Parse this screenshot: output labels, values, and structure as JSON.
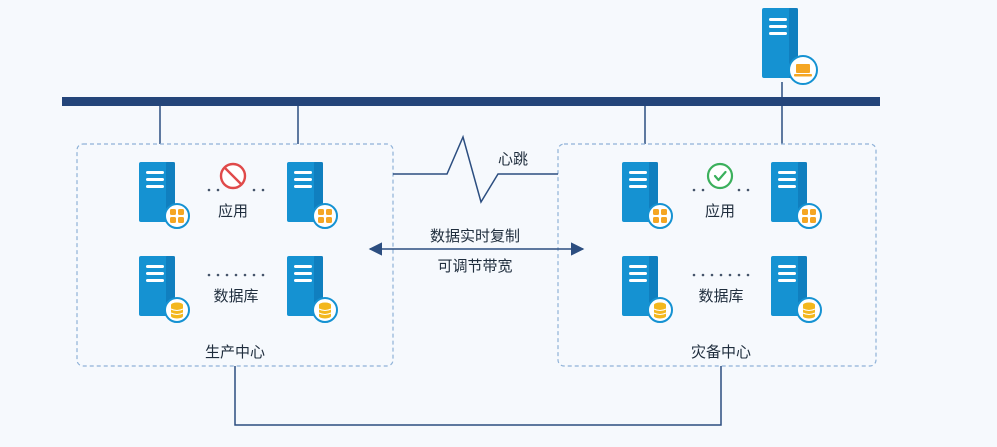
{
  "production_center": {
    "name": "生产中心",
    "app_label": "应用",
    "db_label": "数据库",
    "app_status": "failed"
  },
  "dr_center": {
    "name": "灾备中心",
    "app_label": "应用",
    "db_label": "数据库",
    "app_status": "ok"
  },
  "heartbeat_label": "心跳",
  "replication": {
    "line1": "数据实时复制",
    "line2": "可调节带宽"
  },
  "colors": {
    "bus": "#24457a",
    "line": "#2c4e80",
    "box_border": "#8fb2d8",
    "server": "#1592d2",
    "server_dark": "#0d6fae",
    "badge_border": "#1592d2",
    "app_badge": "#f5a623",
    "db_badge": "#f3b71d",
    "status_failed": "#e04a4a",
    "status_ok": "#3bb05c",
    "laptop": "#f5a623"
  },
  "icons": {
    "server": "server-icon",
    "app_badge": "app-grid-icon",
    "db_badge": "database-icon",
    "failed": "prohibited-icon",
    "ok": "check-circle-icon",
    "monitor": "laptop-icon"
  }
}
